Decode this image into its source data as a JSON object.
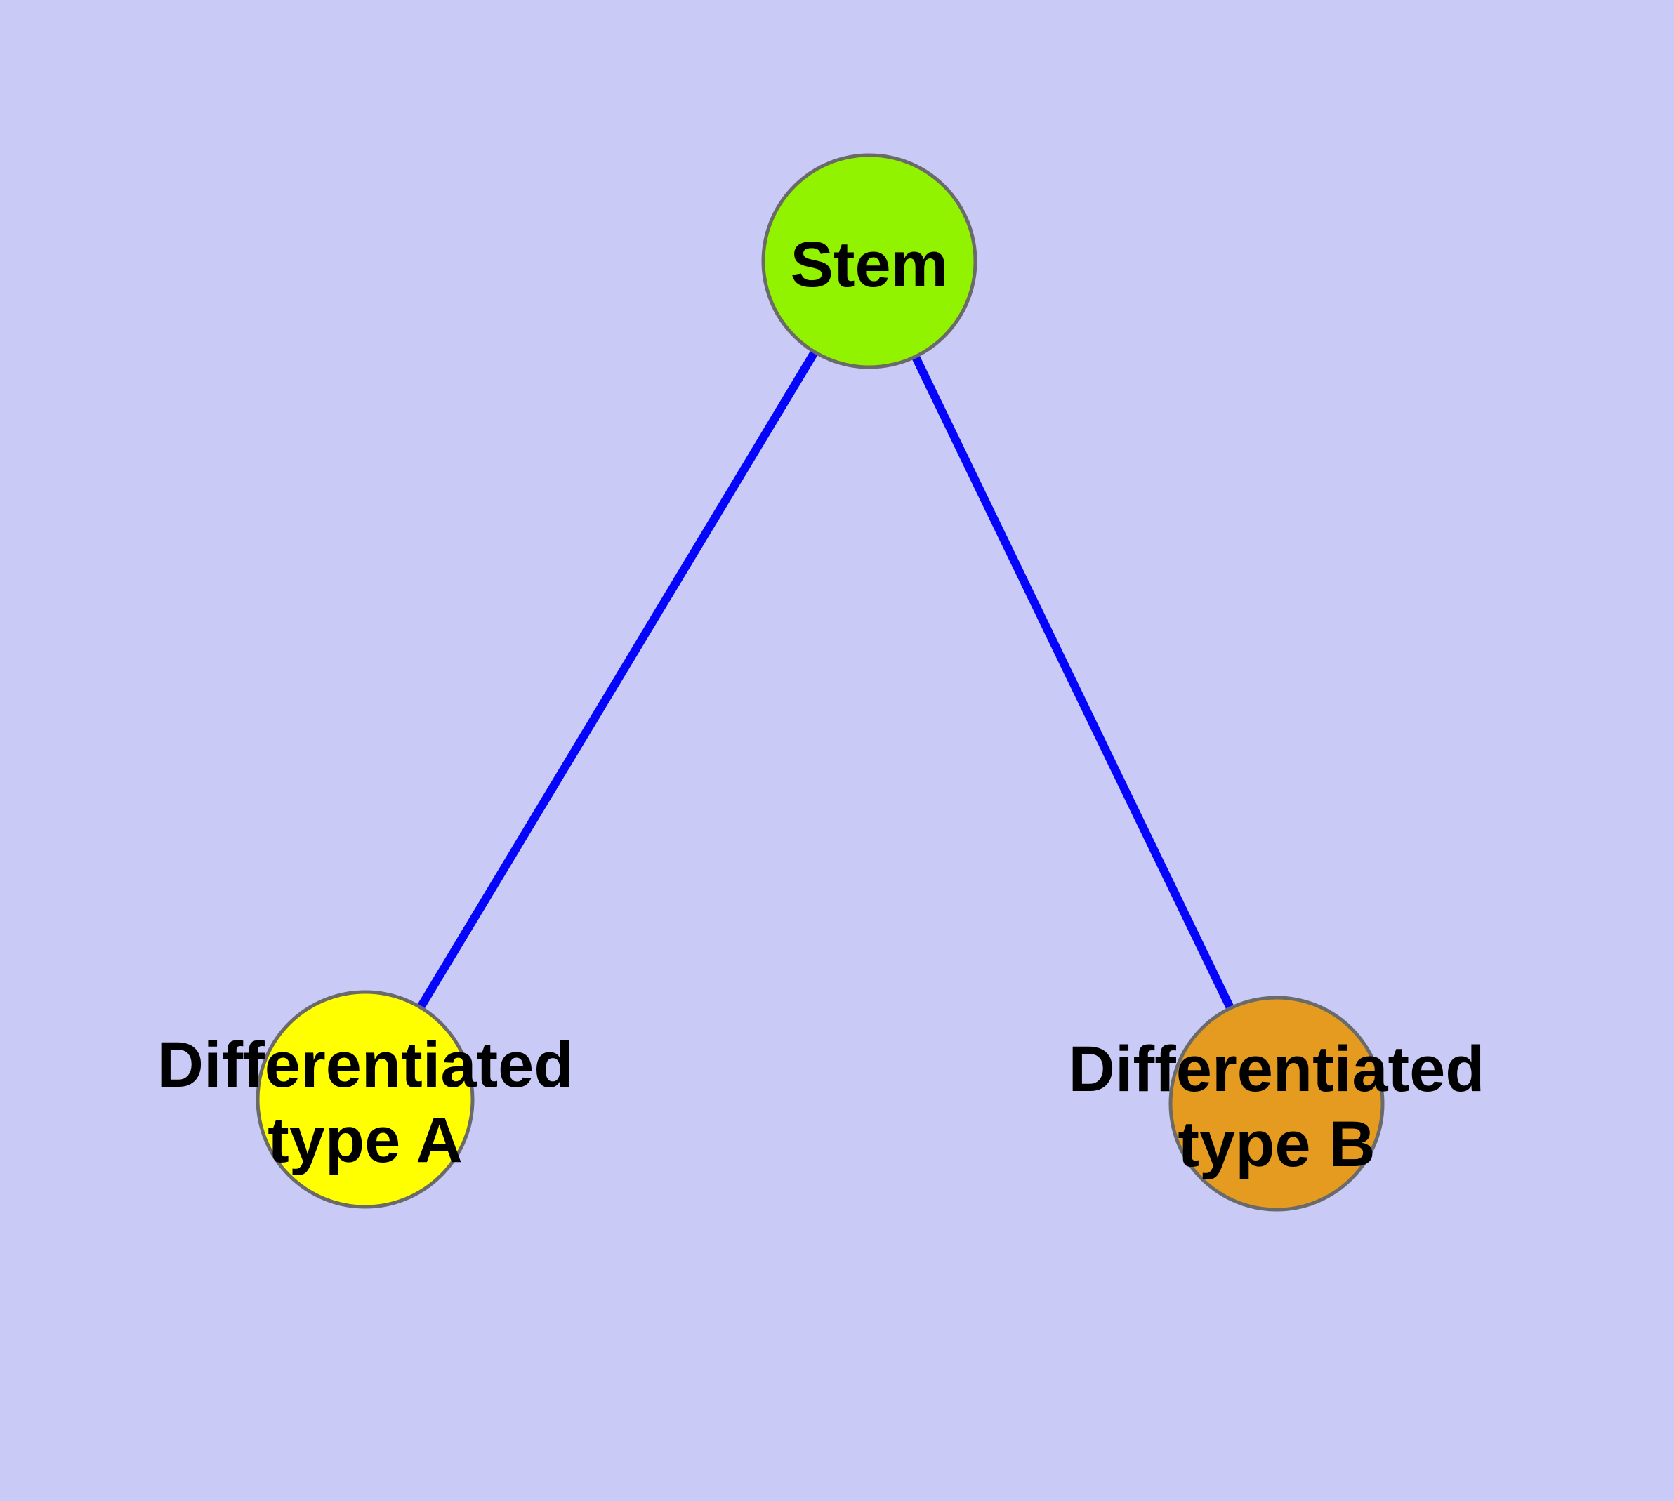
{
  "colors": {
    "background": "#CACAF7",
    "edge": "#0505FB",
    "node_border": "#6A6A6A",
    "text": "#000000"
  },
  "nodes": [
    {
      "id": "stem",
      "label": "Stem",
      "lines": [
        "Stem"
      ],
      "color": "#92F300"
    },
    {
      "id": "differentiated-type-a",
      "label": "Differentiated type A",
      "lines": [
        "Differentiated",
        "type A"
      ],
      "color": "#FFFF00"
    },
    {
      "id": "differentiated-type-b",
      "label": "Differentiated type B",
      "lines": [
        "Differentiated",
        "type B"
      ],
      "color": "#E49B20"
    }
  ],
  "edges": [
    {
      "from": "Stem",
      "to": "Differentiated type A"
    },
    {
      "from": "Stem",
      "to": "Differentiated type B"
    }
  ]
}
